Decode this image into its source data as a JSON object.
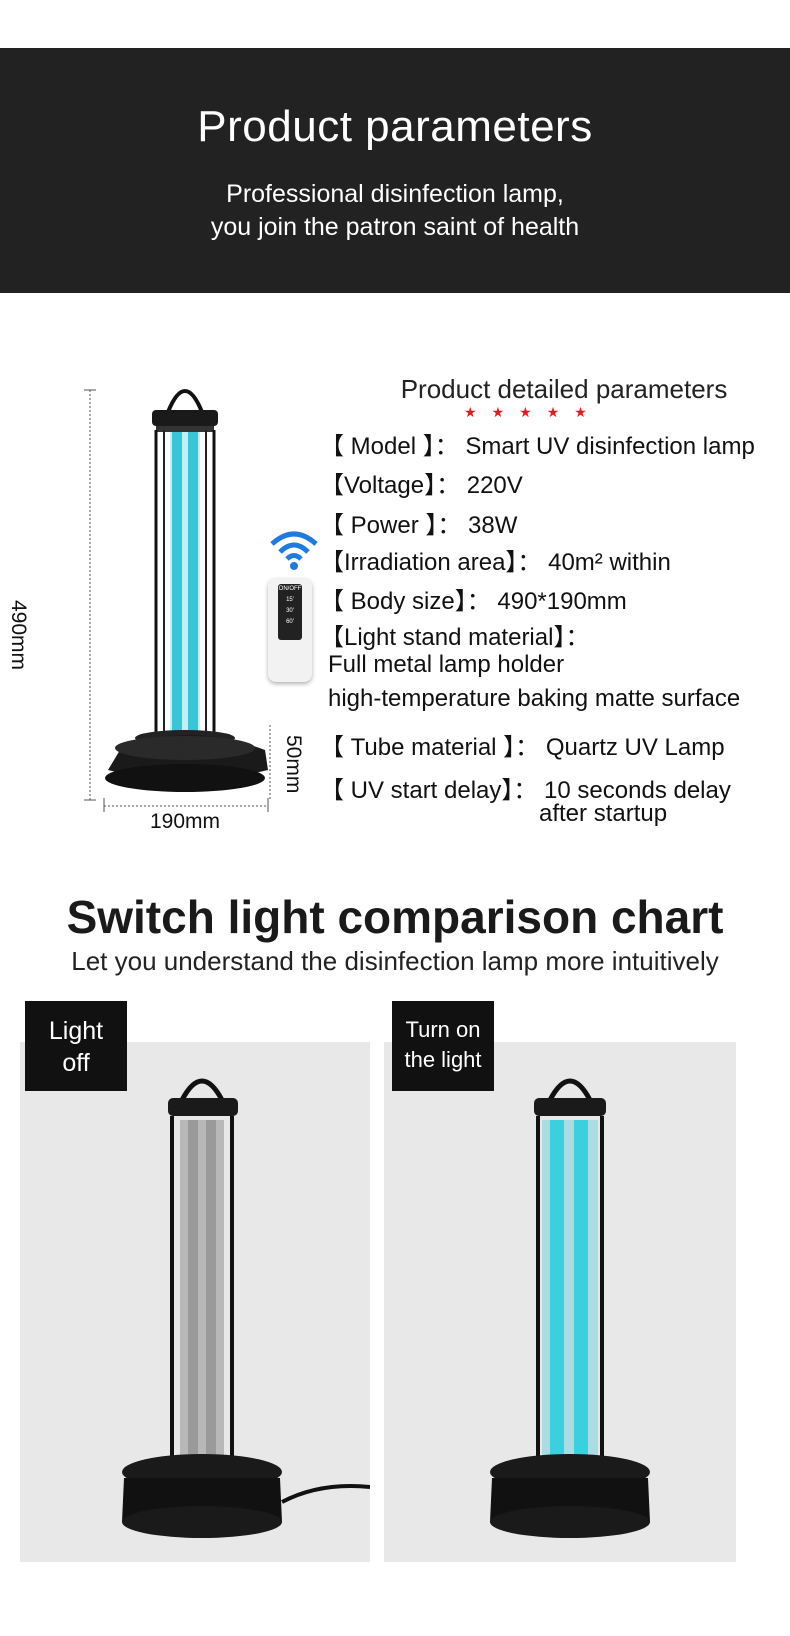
{
  "banner": {
    "title": "Product parameters",
    "subtitle_line1": "Professional disinfection lamp,",
    "subtitle_line2": "you join the patron saint of health"
  },
  "params": {
    "title": "Product detailed parameters",
    "lines": [
      "【 Model 】： Smart UV disinfection lamp",
      "【Voltage】： 220V",
      "【 Power 】： 38W",
      "【Irradiation area】： 40m² within",
      "【 Body size】： 490*190mm",
      "【Light stand material】：",
      "Full metal lamp holder",
      "high-temperature baking matte surface",
      "【 Tube material 】： Quartz UV Lamp",
      "【 UV start delay】： 10 seconds delay",
      "after startup"
    ]
  },
  "dimensions": {
    "height": "490mm",
    "width": "190mm",
    "base_height": "50mm"
  },
  "remote": {
    "buttons": [
      "ON/OFF",
      "15'",
      "30'",
      "60'"
    ]
  },
  "comparison": {
    "title": "Switch light comparison chart",
    "subtitle": "Let you understand the disinfection lamp more intuitively",
    "left_tag_line1": "Light",
    "left_tag_line2": "off",
    "right_tag_line1": "Turn on",
    "right_tag_line2": "the light"
  },
  "colors": {
    "uv_glow": "#39c6d6",
    "star": "#e51c1c",
    "banner_bg": "#222222",
    "wifi": "#1f7be0"
  }
}
